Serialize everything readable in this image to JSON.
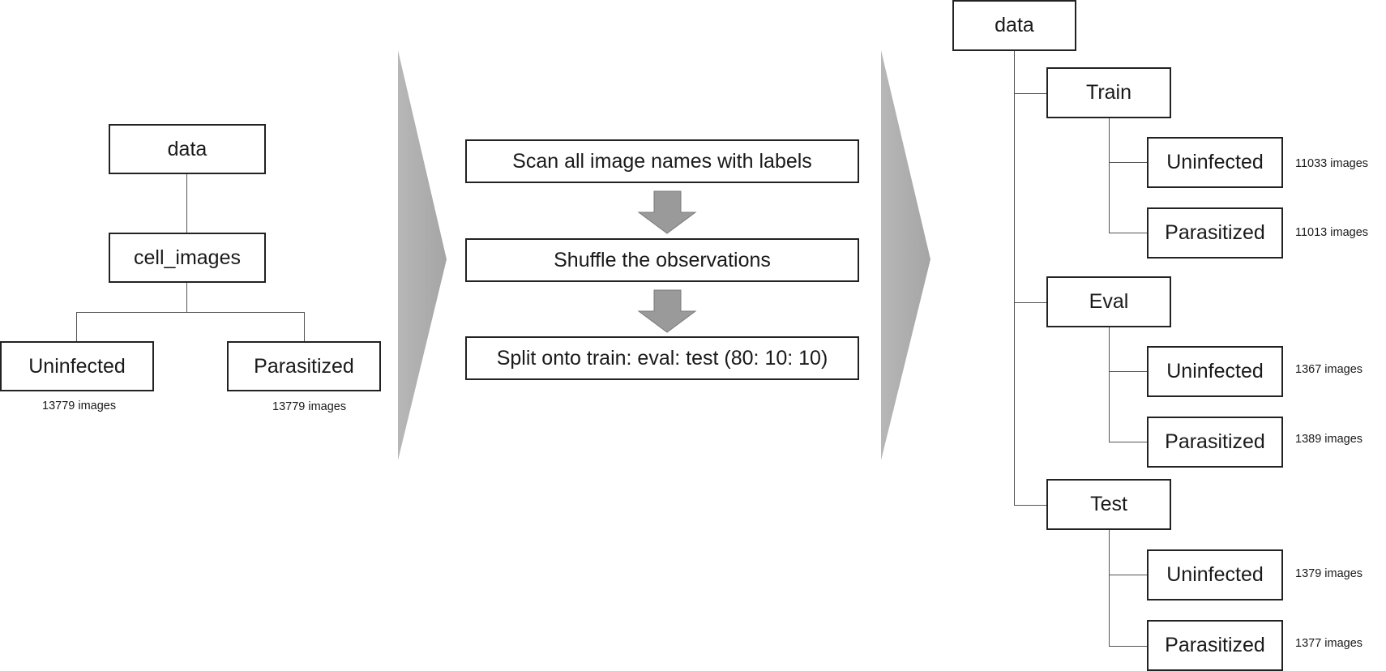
{
  "source_tree": {
    "root": "data",
    "folder": "cell_images",
    "classes": [
      {
        "label": "Uninfected",
        "count": "13779 images"
      },
      {
        "label": "Parasitized",
        "count": "13779 images"
      }
    ]
  },
  "process": {
    "steps": [
      "Scan all image names with labels",
      "Shuffle the observations",
      "Split onto train: eval: test (80: 10: 10)"
    ]
  },
  "output_tree": {
    "root": "data",
    "splits": [
      {
        "name": "Train",
        "classes": [
          {
            "label": "Uninfected",
            "count": "11033 images"
          },
          {
            "label": "Parasitized",
            "count": "11013 images"
          }
        ]
      },
      {
        "name": "Eval",
        "classes": [
          {
            "label": "Uninfected",
            "count": "1367 images"
          },
          {
            "label": "Parasitized",
            "count": "1389 images"
          }
        ]
      },
      {
        "name": "Test",
        "classes": [
          {
            "label": "Uninfected",
            "count": "1379 images"
          },
          {
            "label": "Parasitized",
            "count": "1377 images"
          }
        ]
      }
    ]
  },
  "colors": {
    "stage_arrow": "#a9a9a9",
    "step_arrow": "#9a9a9a",
    "connector": "#555555",
    "box_border": "#222222"
  },
  "icons": {
    "stage_arrow": "chevron-right-icon",
    "step_arrow": "arrow-down-icon"
  }
}
